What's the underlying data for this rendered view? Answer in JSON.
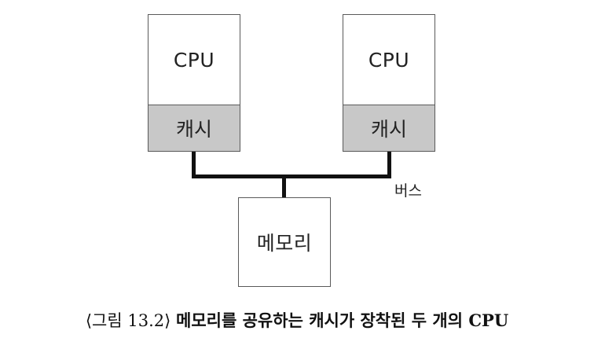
{
  "diagram": {
    "cpu_left": {
      "label": "CPU",
      "cache_label": "캐시"
    },
    "cpu_right": {
      "label": "CPU",
      "cache_label": "캐시"
    },
    "bus_label": "버스",
    "memory_label": "메모리"
  },
  "caption": {
    "figure_number": "⟨그림 13.2⟩",
    "title": "메모리를 공유하는 캐시가 장착된 두 개의 CPU"
  }
}
